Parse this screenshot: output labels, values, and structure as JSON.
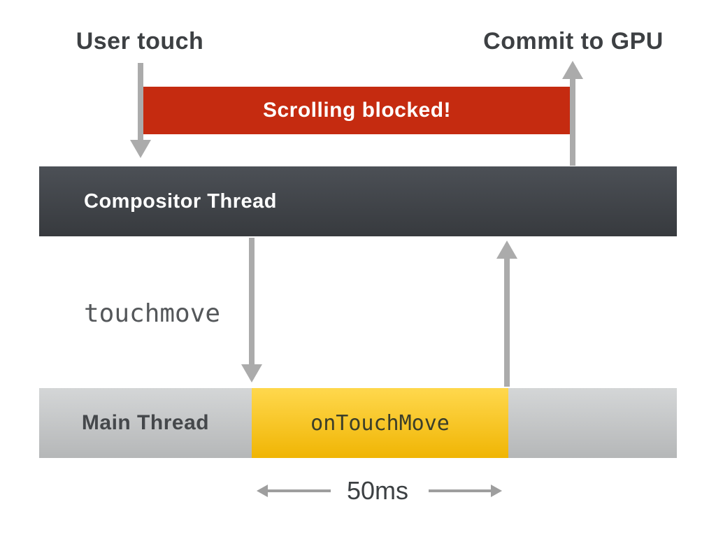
{
  "diagram": {
    "title_left": "User touch",
    "title_right": "Commit to GPU",
    "blocked_banner": "Scrolling blocked!",
    "compositor_thread": {
      "label": "Compositor Thread"
    },
    "event_label": "touchmove",
    "main_thread": {
      "label": "Main Thread",
      "task_label": "onTouchMove"
    },
    "duration_label": "50ms",
    "colors": {
      "blocked_red": "#c52b10",
      "compositor_dark_top": "#4c5056",
      "compositor_dark_bottom": "#373a3e",
      "main_gray_top": "#d4d6d7",
      "main_gray_bottom": "#b5b7b8",
      "task_yellow_top": "#ffd84d",
      "task_yellow_bottom": "#f0b504",
      "arrow_gray": "#ababab",
      "text_dark": "#3c4043",
      "text_white": "#ffffff"
    }
  }
}
